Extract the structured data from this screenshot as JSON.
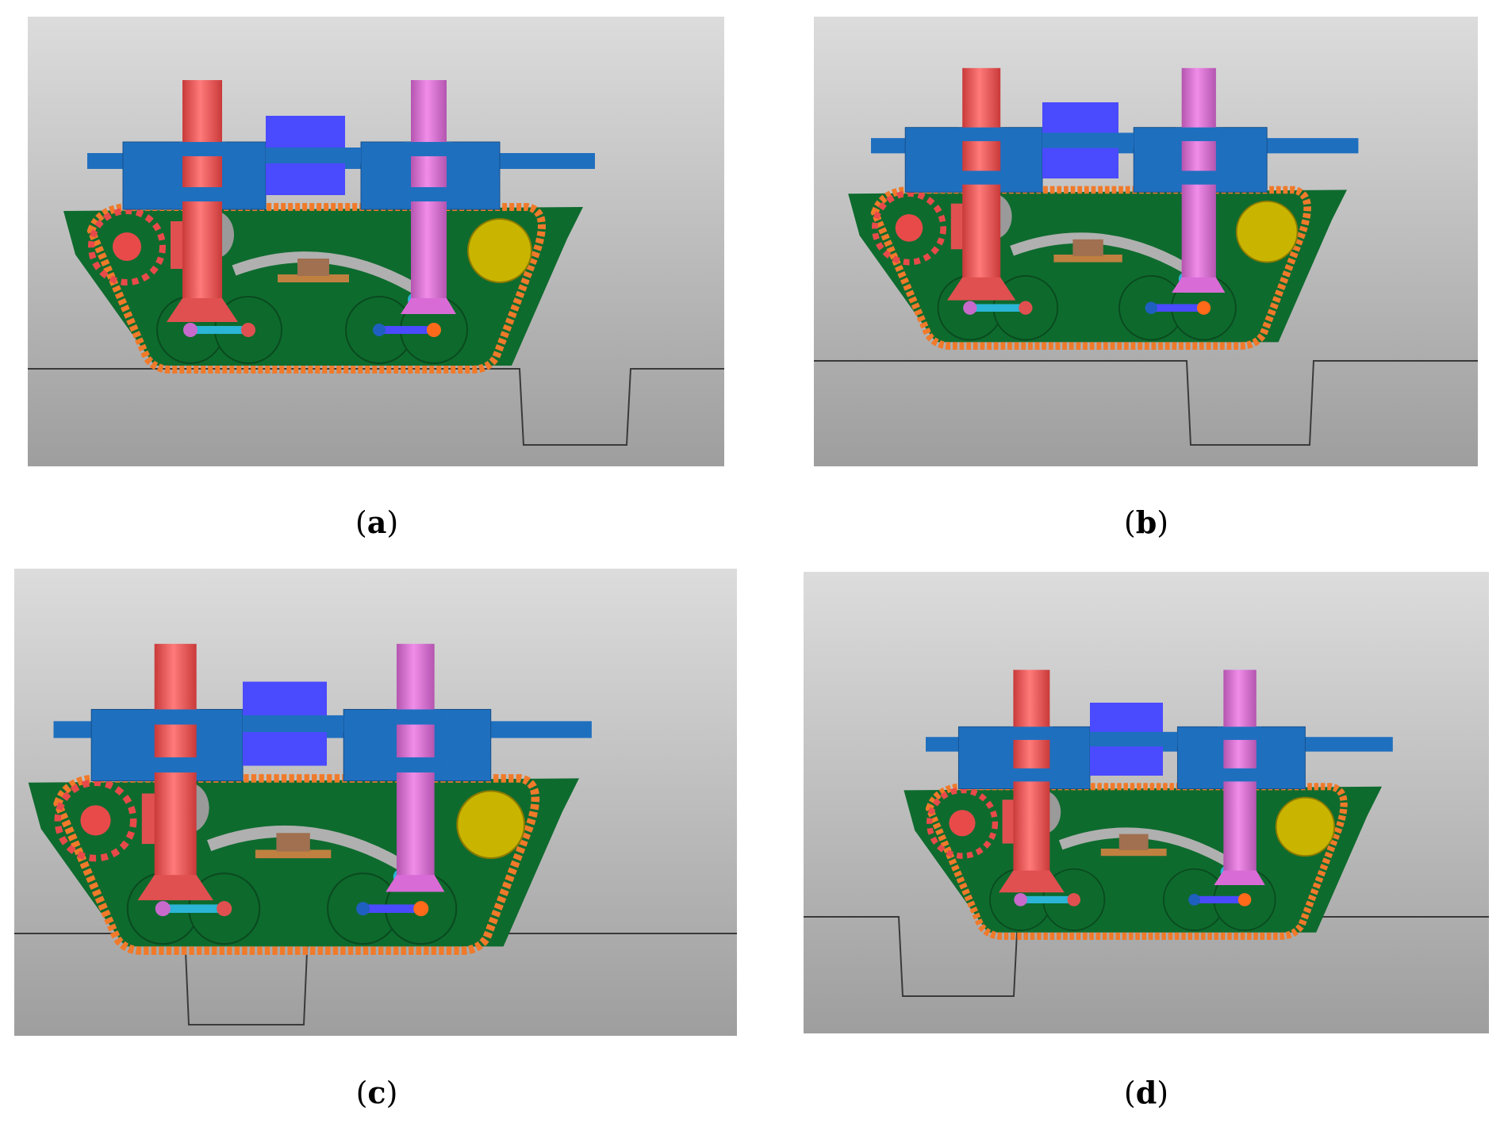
{
  "panels": [
    {
      "id": "a",
      "caption_open": "(",
      "letter": "a",
      "caption_close": ")",
      "trench_position": "right"
    },
    {
      "id": "b",
      "caption_open": "(",
      "letter": "b",
      "caption_close": ")",
      "trench_position": "under-rear"
    },
    {
      "id": "c",
      "caption_open": "(",
      "letter": "c",
      "caption_close": ")",
      "trench_position": "under-front"
    },
    {
      "id": "d",
      "caption_open": "(",
      "letter": "d",
      "caption_close": ")",
      "trench_position": "left"
    }
  ],
  "colors": {
    "background_top": "#dcdcdc",
    "background_bottom": "#9e9e9e",
    "frame_blue": "#1f6fbf",
    "battery_blue": "#4a4aff",
    "hull_green": "#0e6b2e",
    "track_orange": "#f07a2a",
    "column_red": "#e84a4a",
    "column_pink": "#d96bd6",
    "wheel_green": "#0d6a2c",
    "idler_yellow": "#c9b400",
    "sprocket_red": "#e84a4a",
    "ground_line": "#3a3a3a"
  }
}
